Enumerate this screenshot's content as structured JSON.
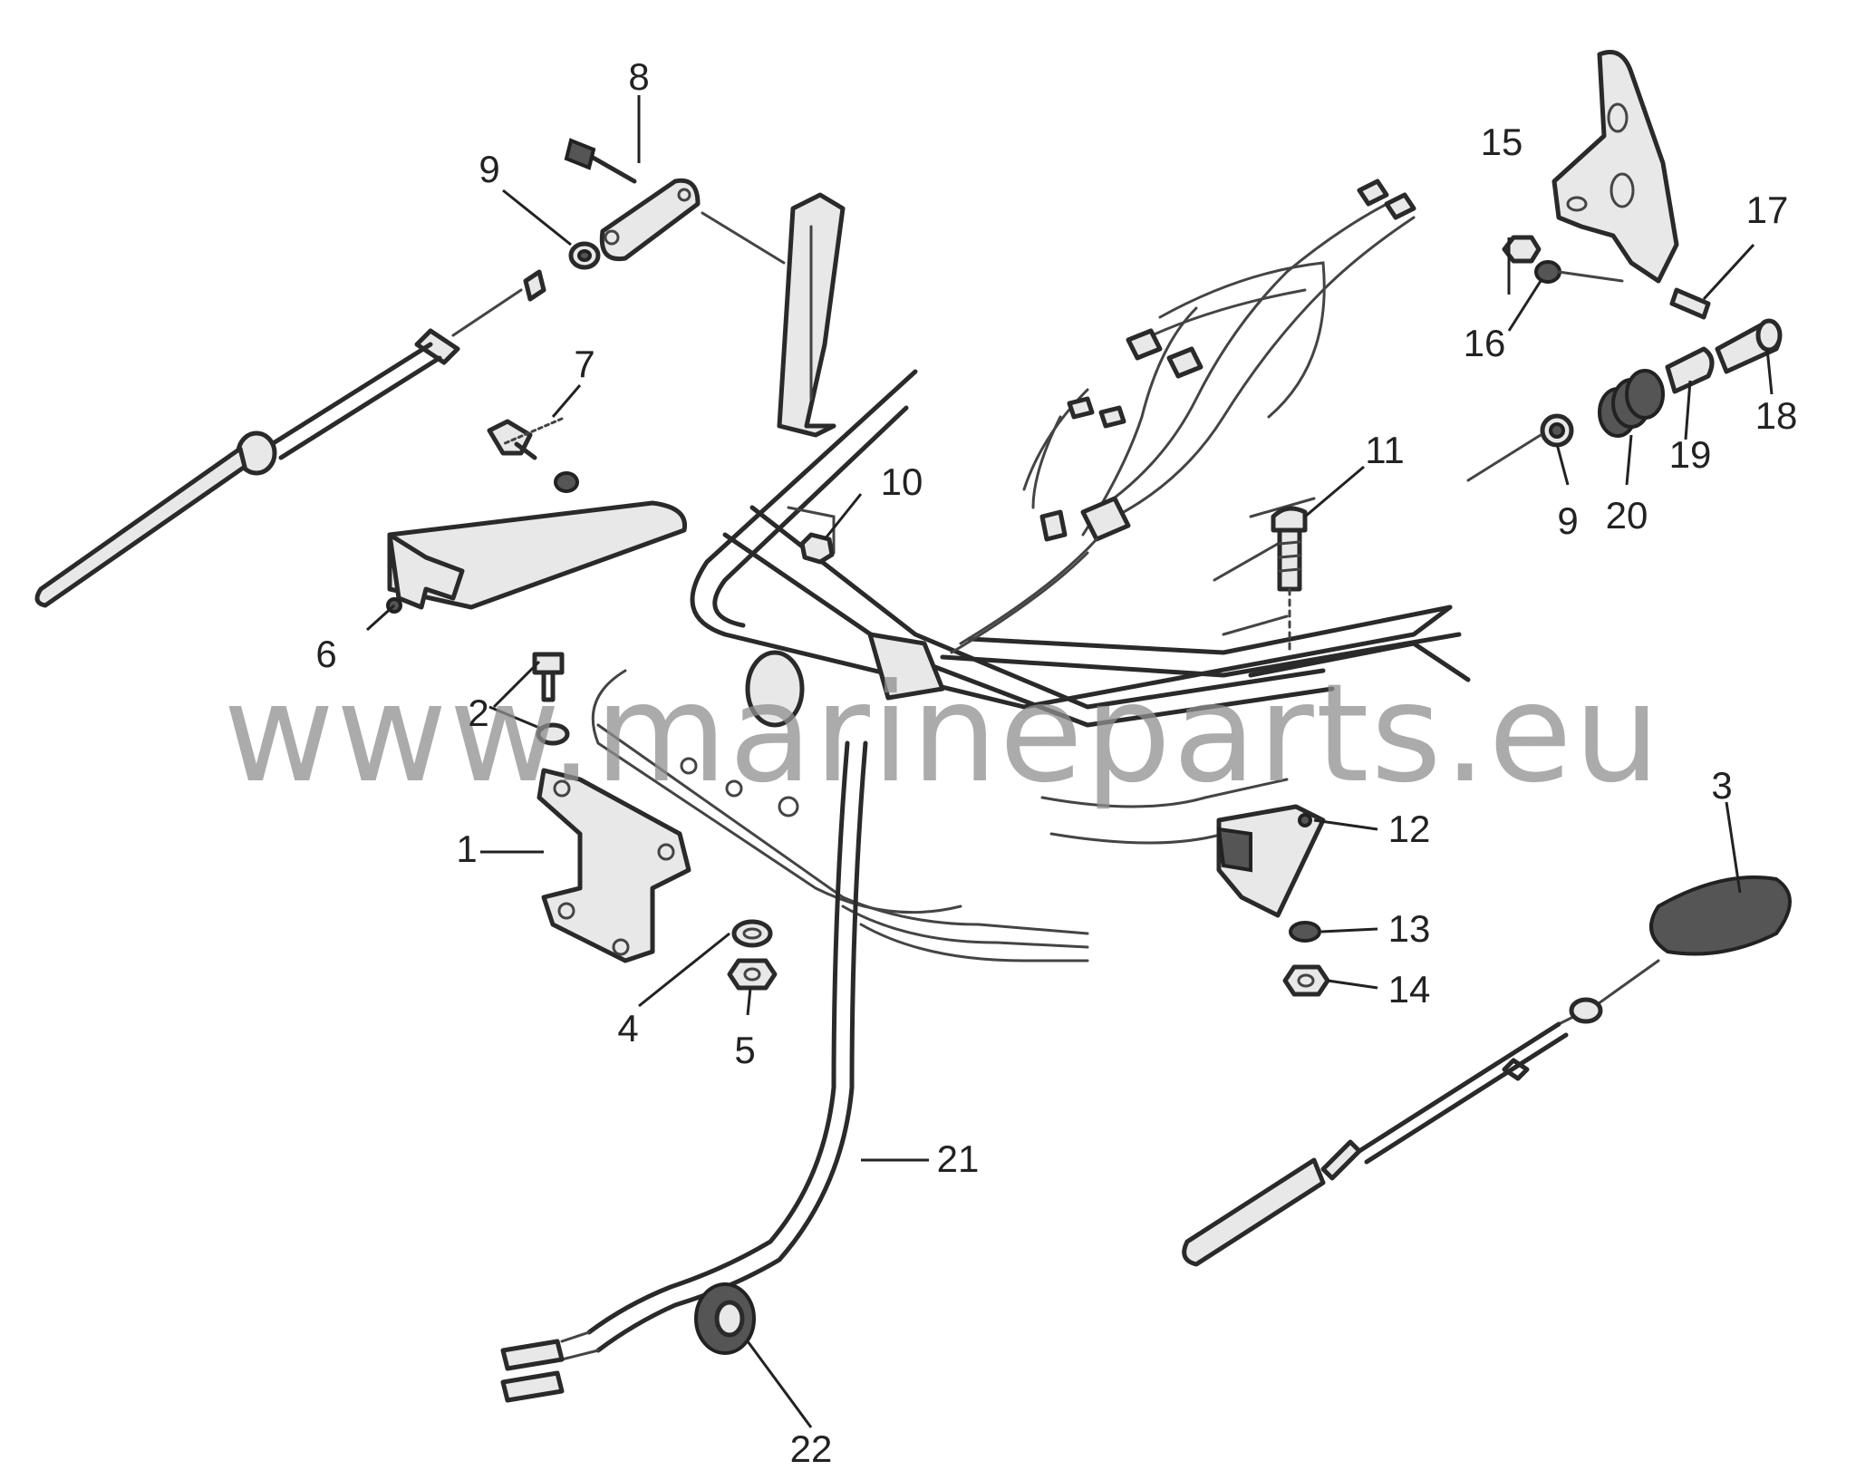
{
  "diagram": {
    "callouts": [
      {
        "label": "1"
      },
      {
        "label": "2"
      },
      {
        "label": "3"
      },
      {
        "label": "4"
      },
      {
        "label": "5"
      },
      {
        "label": "6"
      },
      {
        "label": "7"
      },
      {
        "label": "8"
      },
      {
        "label": "9"
      },
      {
        "label": "9"
      },
      {
        "label": "10"
      },
      {
        "label": "11"
      },
      {
        "label": "12"
      },
      {
        "label": "13"
      },
      {
        "label": "14"
      },
      {
        "label": "15"
      },
      {
        "label": "16"
      },
      {
        "label": "17"
      },
      {
        "label": "18"
      },
      {
        "label": "19"
      },
      {
        "label": "20"
      },
      {
        "label": "21"
      },
      {
        "label": "22"
      }
    ],
    "watermark": "www.marineparts.eu"
  }
}
